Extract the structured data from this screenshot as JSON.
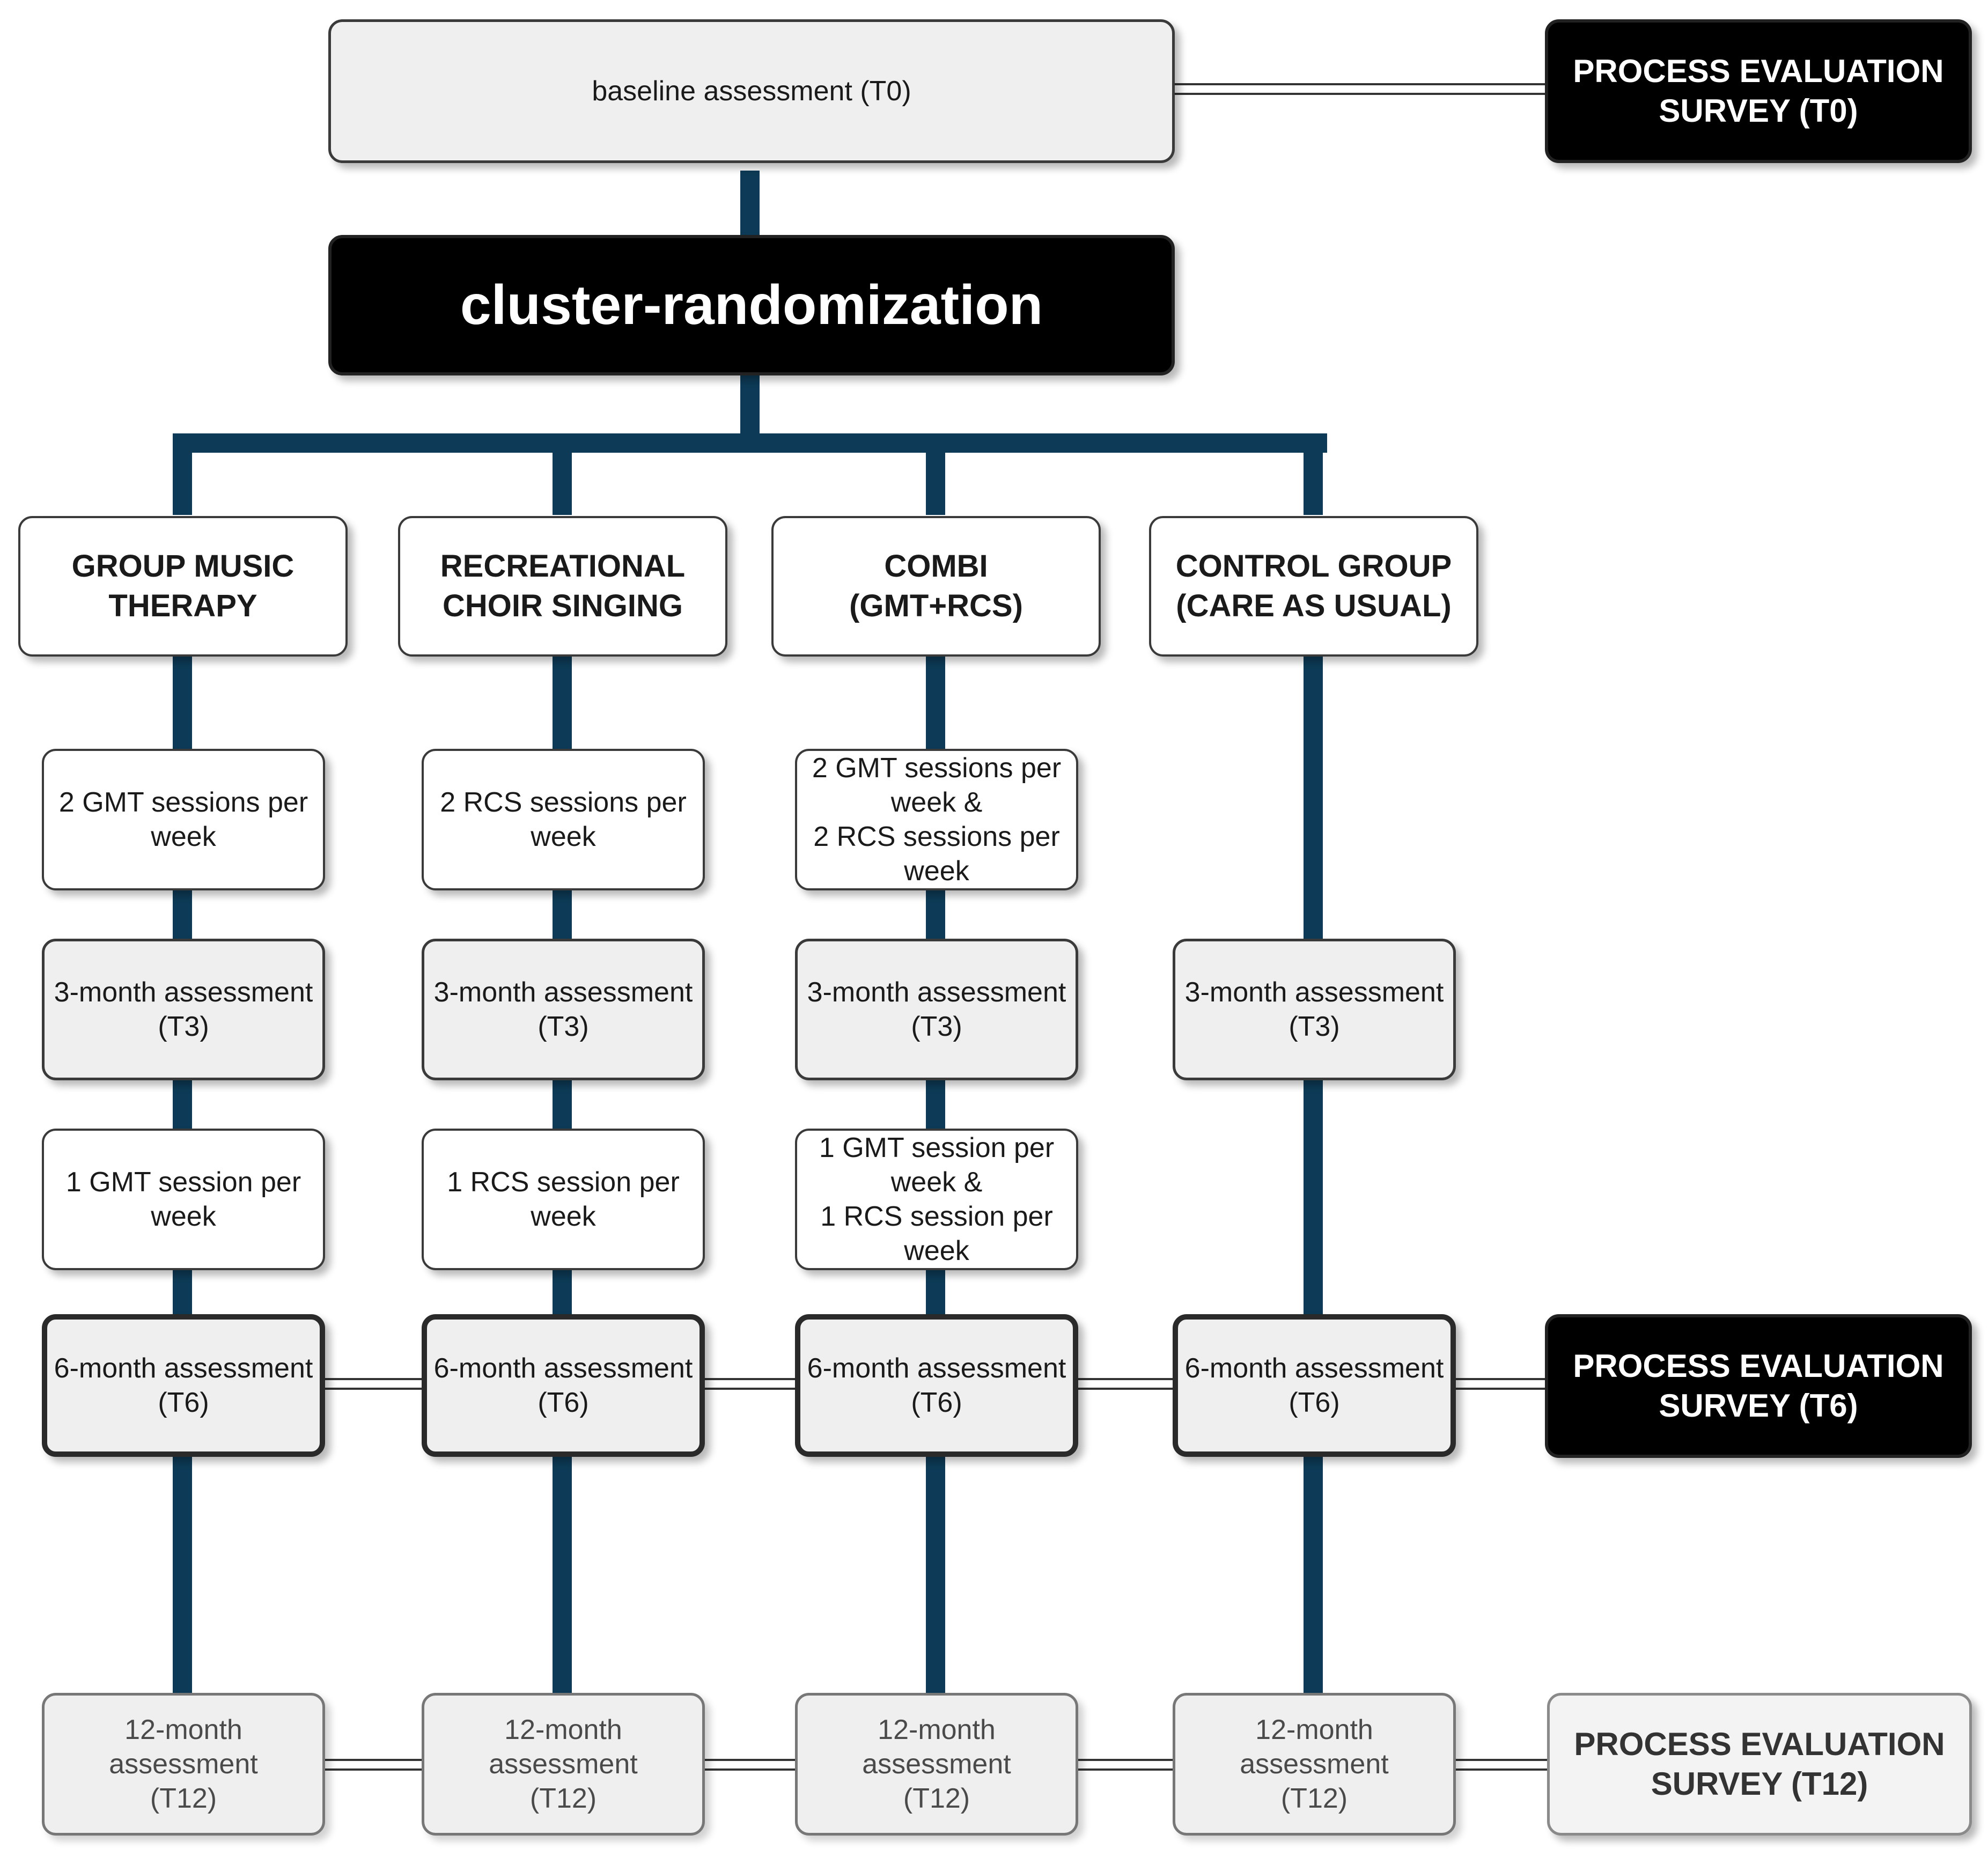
{
  "baseline": "baseline assessment (T0)",
  "randomization": "cluster-randomization",
  "surveys": {
    "t0": [
      "PROCESS EVALUATION",
      "SURVEY (T0)"
    ],
    "t6": [
      "PROCESS EVALUATION",
      "SURVEY (T6)"
    ],
    "t12": [
      "PROCESS EVALUATION",
      "SURVEY (T12)"
    ]
  },
  "groups": [
    {
      "name": [
        "GROUP MUSIC",
        "THERAPY"
      ],
      "sessions_initial": [
        "2 GMT sessions per",
        "week"
      ],
      "assessment_3m": [
        "3-month assessment",
        "(T3)"
      ],
      "sessions_followup": [
        "1 GMT session per",
        "week"
      ],
      "assessment_6m": [
        "6-month assessment",
        "(T6)"
      ],
      "assessment_12m": [
        "12-month",
        "assessment",
        "(T12)"
      ]
    },
    {
      "name": [
        "RECREATIONAL",
        "CHOIR SINGING"
      ],
      "sessions_initial": [
        "2 RCS sessions per",
        "week"
      ],
      "assessment_3m": [
        "3-month assessment",
        "(T3)"
      ],
      "sessions_followup": [
        "1 RCS session per",
        "week"
      ],
      "assessment_6m": [
        "6-month assessment",
        "(T6)"
      ],
      "assessment_12m": [
        "12-month",
        "assessment",
        "(T12)"
      ]
    },
    {
      "name": [
        "COMBI",
        "(GMT+RCS)"
      ],
      "sessions_initial": [
        "2 GMT sessions per",
        "week &",
        "2 RCS sessions per",
        "week"
      ],
      "assessment_3m": [
        "3-month assessment",
        "(T3)"
      ],
      "sessions_followup": [
        "1 GMT session per",
        "week &",
        "1 RCS session per",
        "week"
      ],
      "assessment_6m": [
        "6-month assessment",
        "(T6)"
      ],
      "assessment_12m": [
        "12-month",
        "assessment",
        "(T12)"
      ]
    },
    {
      "name": [
        "CONTROL GROUP",
        "(CARE AS USUAL)"
      ],
      "assessment_3m": [
        "3-month assessment",
        "(T3)"
      ],
      "assessment_6m": [
        "6-month assessment",
        "(T6)"
      ],
      "assessment_12m": [
        "12-month",
        "assessment",
        "(T12)"
      ]
    }
  ],
  "colors": {
    "connector": "#0d3b57",
    "dark_box": "#000000",
    "light_box": "#efefef"
  }
}
